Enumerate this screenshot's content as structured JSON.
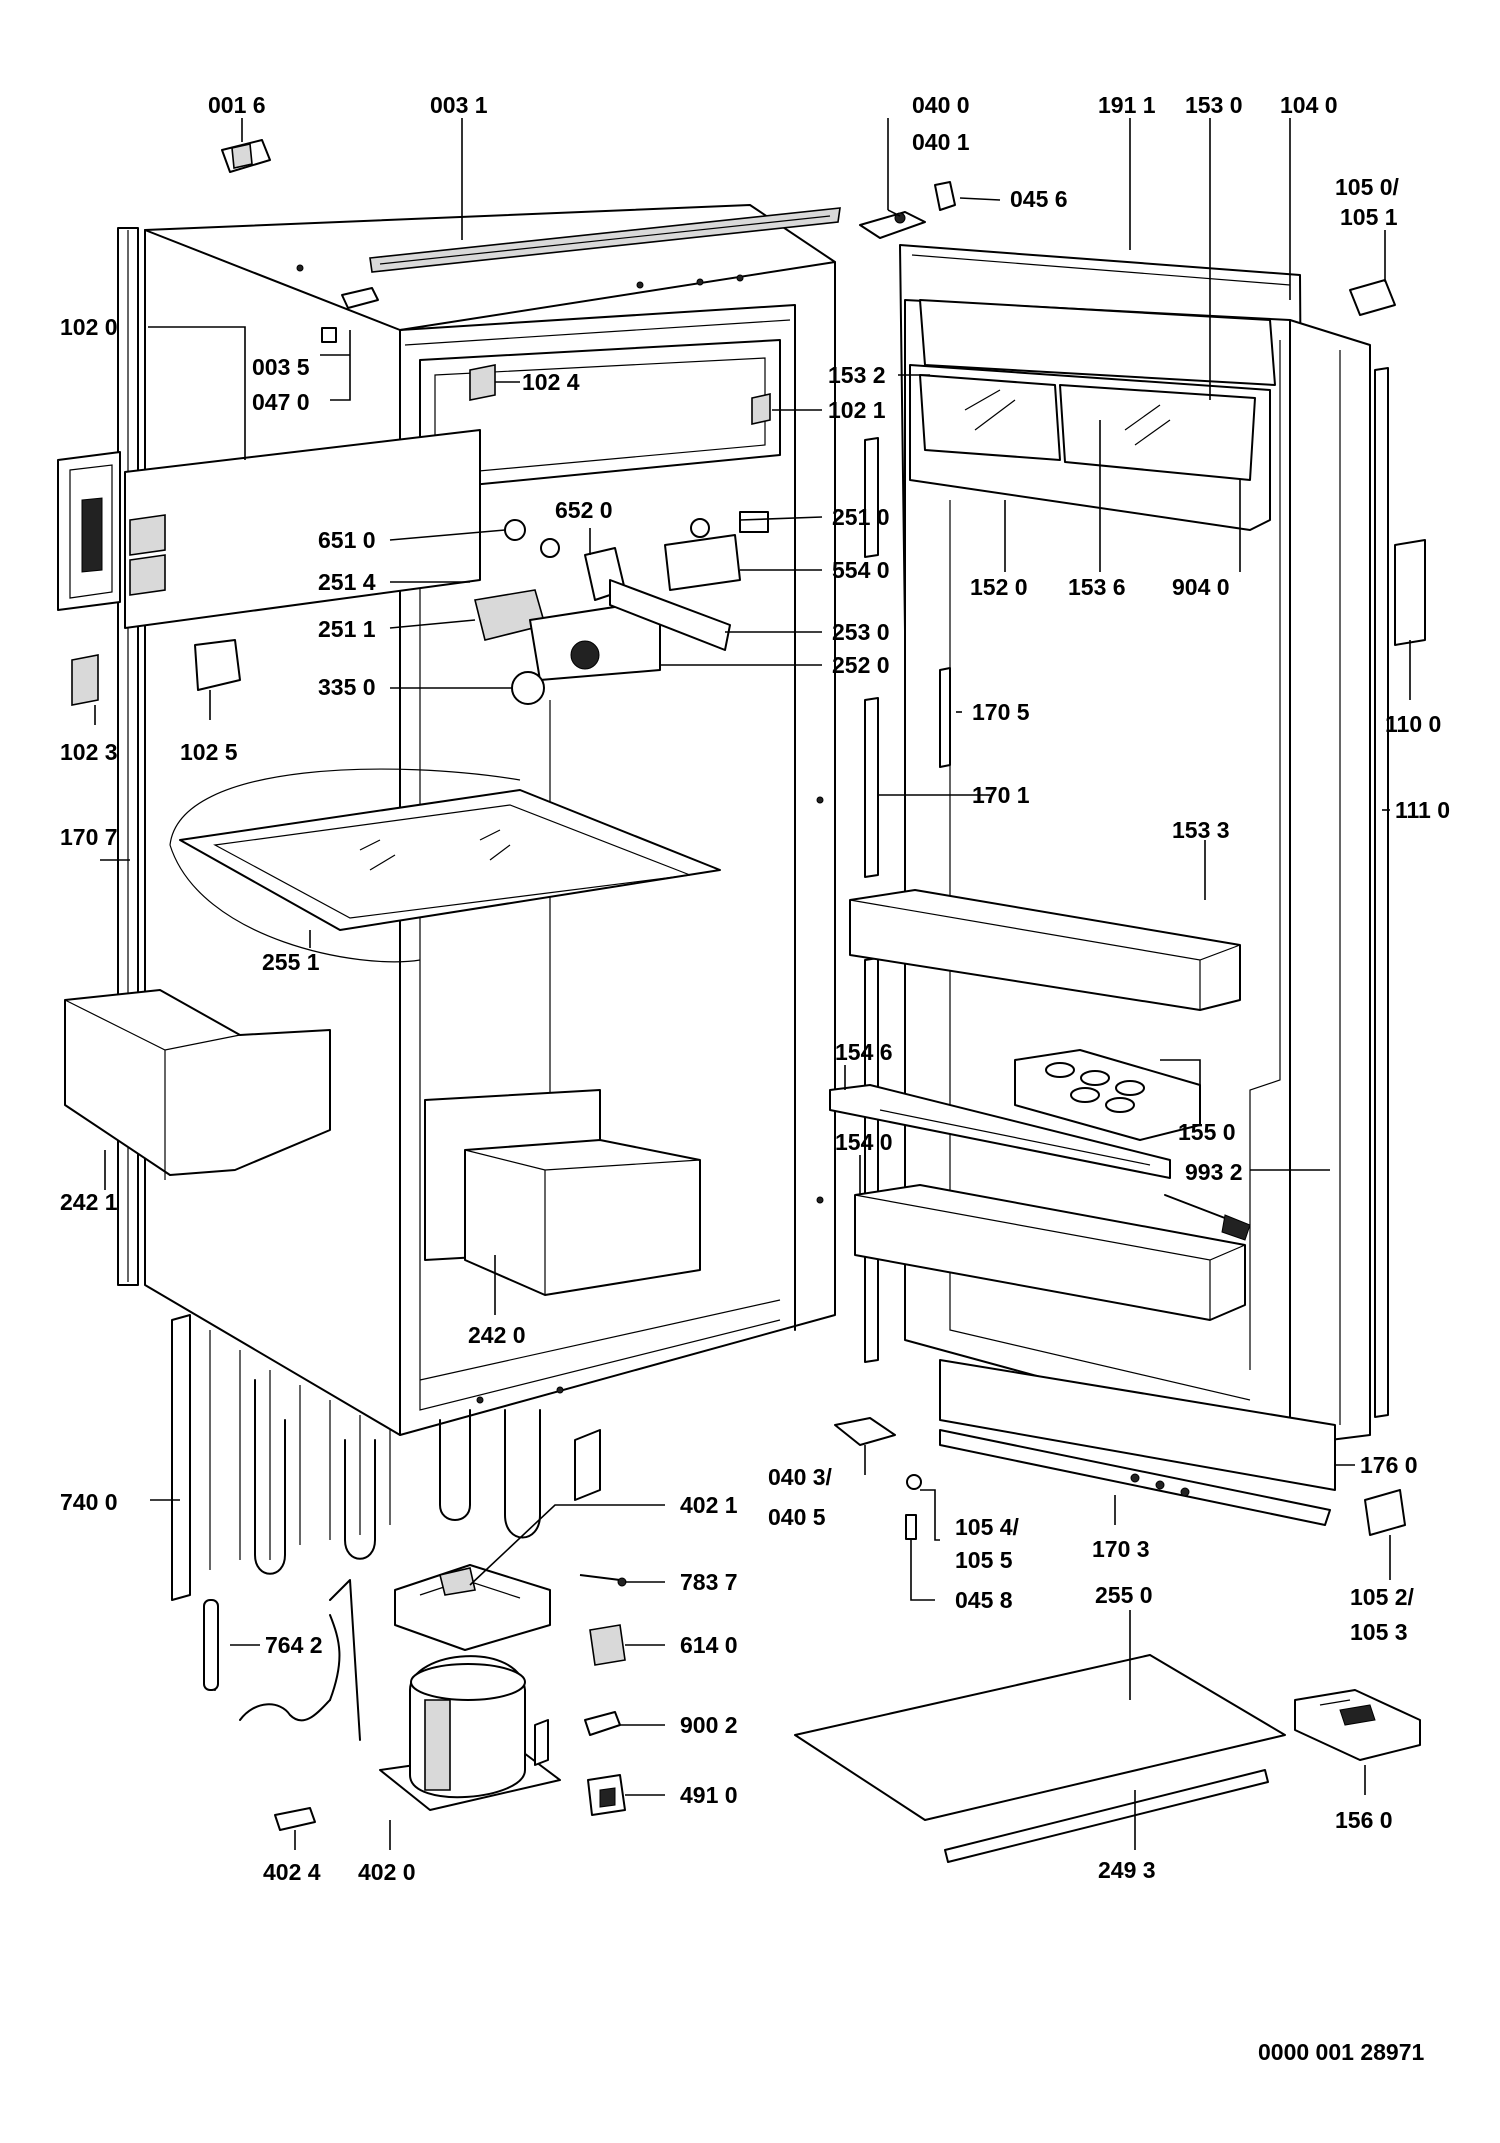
{
  "document_number": "0000 001 28971",
  "labels": {
    "p0016": "001 6",
    "p0031": "003 1",
    "p0400": "040 0",
    "p0401": "040 1",
    "p0456": "045 6",
    "p1911": "191 1",
    "p1530": "153 0",
    "p1040": "104 0",
    "p1050": "105 0/",
    "p1051": "105 1",
    "p1020": "102 0",
    "p0035": "003 5",
    "p0470": "047 0",
    "p1024": "102 4",
    "p1532": "153 2",
    "p1021": "102 1",
    "p6510": "651 0",
    "p6520": "652 0",
    "p2510": "251 0",
    "p5540": "554 0",
    "p2514": "251 4",
    "p1520": "152 0",
    "p1536": "153 6",
    "p9040": "904 0",
    "p2511": "251 1",
    "p2530": "253 0",
    "p2520": "252 0",
    "p3350": "335 0",
    "p1705": "170 5",
    "p1100": "110 0",
    "p1023": "102 3",
    "p1025": "102 5",
    "p1701": "170 1",
    "p1707": "170 7",
    "p1533": "153 3",
    "p1110": "111 0",
    "p2551": "255 1",
    "p1546": "154 6",
    "p1550": "155 0",
    "p1540": "154 0",
    "p9932": "993 2",
    "p2421": "242 1",
    "p2420": "242 0",
    "p1760": "176 0",
    "p0403": "040 3/",
    "p0405": "040 5",
    "p7400": "740 0",
    "p4021": "402 1",
    "p1054": "105 4/",
    "p1055": "105 5",
    "p1703": "170 3",
    "p1052": "105 2/",
    "p1053": "105 3",
    "p0458": "045 8",
    "p7837": "783 7",
    "p2550": "255 0",
    "p7642": "764 2",
    "p6140": "614 0",
    "p9002": "900 2",
    "p4910": "491 0",
    "p1560": "156 0",
    "p4024": "402 4",
    "p4020": "402 0",
    "p2493": "249 3"
  }
}
